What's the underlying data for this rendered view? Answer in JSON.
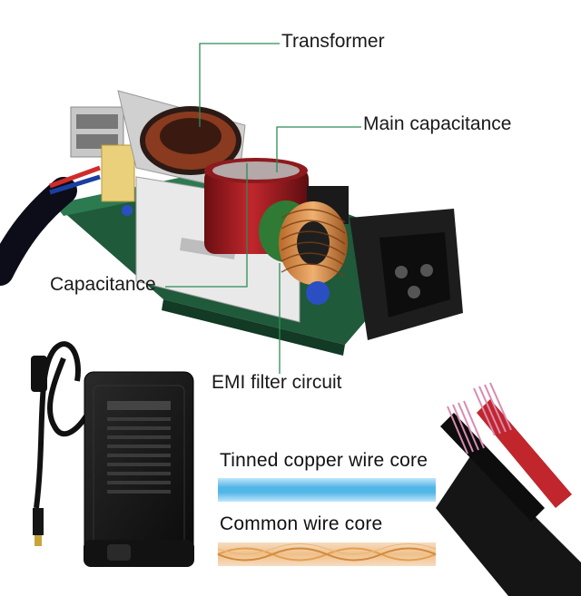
{
  "labels": {
    "transformer": "Transformer",
    "main_capacitance": "Main capacitance",
    "capacitance": "Capacitance",
    "emi_filter": "EMI filter circuit"
  },
  "wire_types": {
    "tinned": "Tinned copper wire core",
    "common": "Common wire core"
  },
  "colors": {
    "callout_line": "#2e8b57",
    "pcb": "#1f5a3a",
    "tinned_core": "#4fb8e8",
    "common_core": "#e0a050"
  }
}
